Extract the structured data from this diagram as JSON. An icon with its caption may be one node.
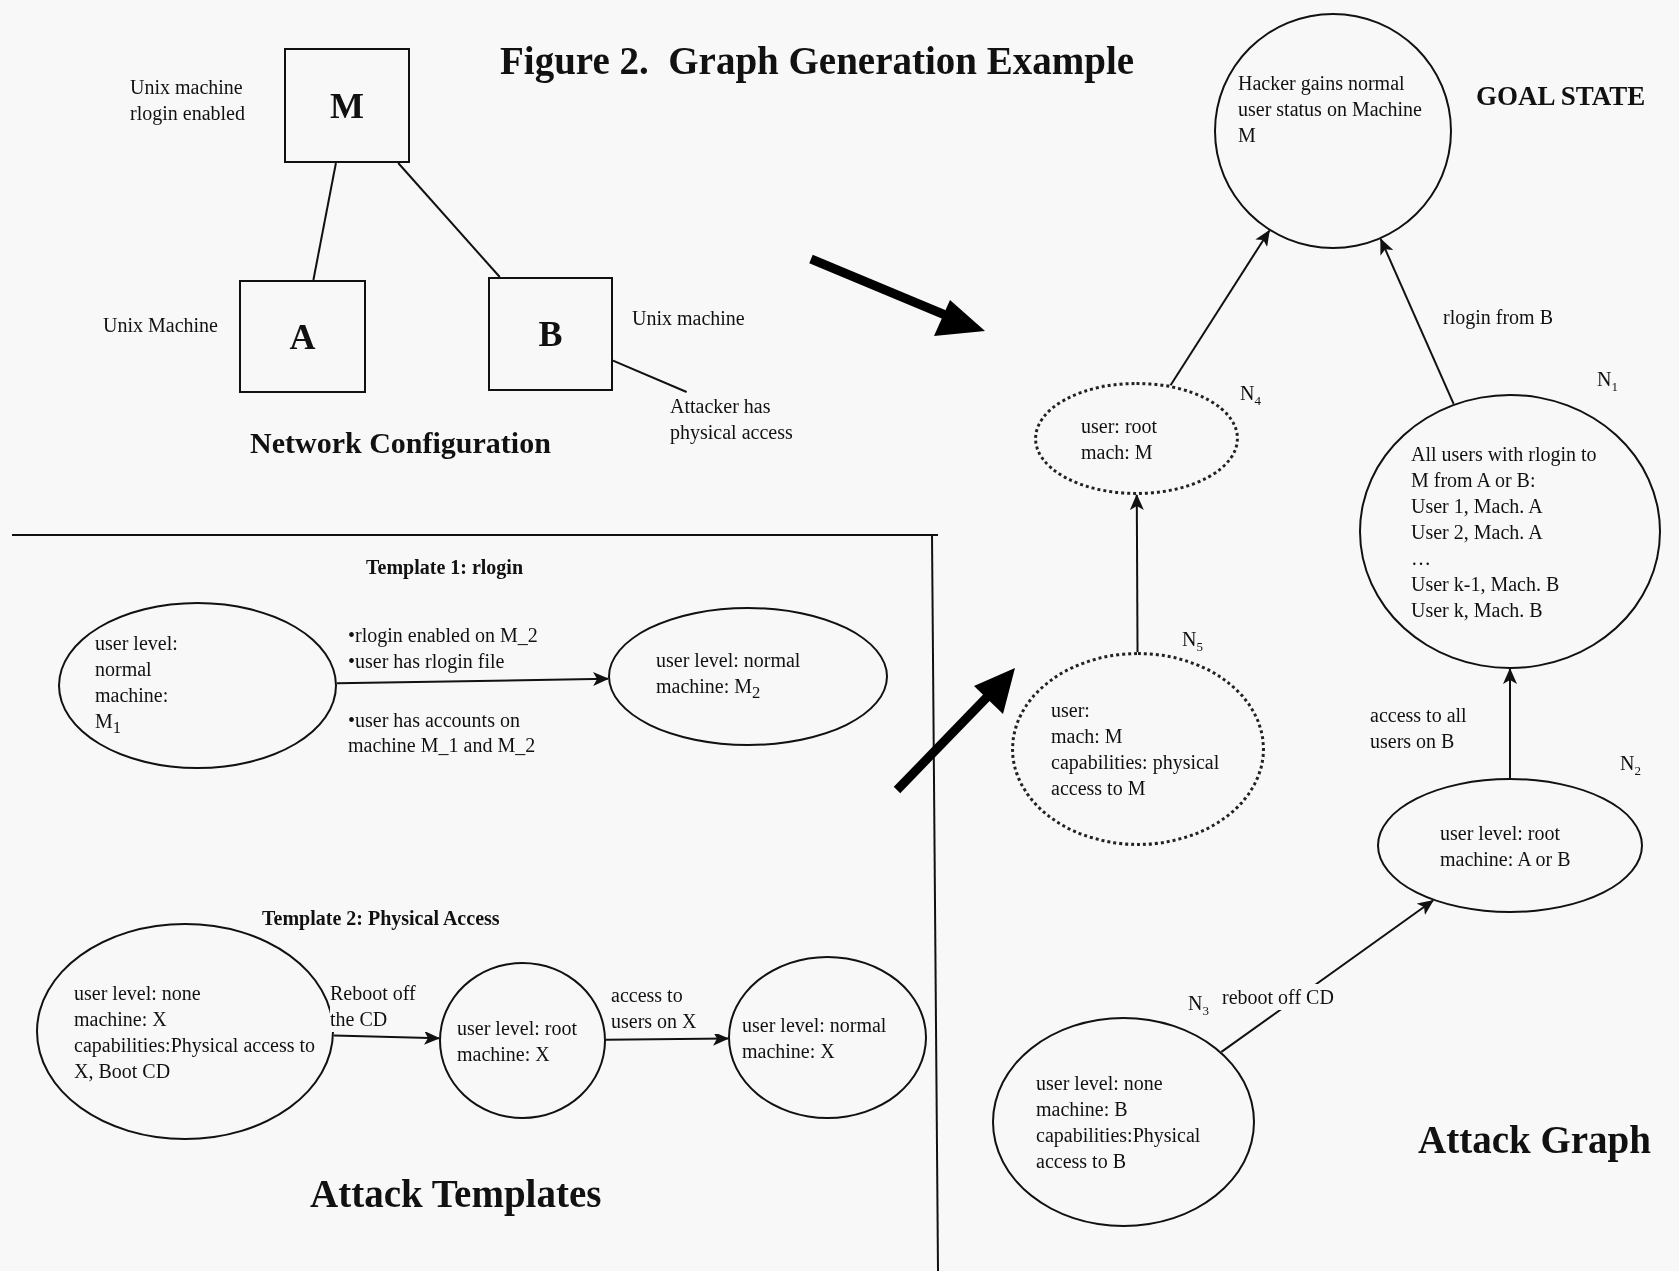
{
  "diagram": {
    "title": "Figure 2.  Graph Generation Example",
    "nodes": [
      {
        "text": [
          "M"
        ],
        "beside": [
          "Unix machine rlogin enabled"
        ]
      },
      {
        "text": [
          "A"
        ],
        "beside": [
          "Unix Machine"
        ]
      },
      {
        "text": [
          "B"
        ],
        "beside": [
          "Unix machine"
        ]
      },
      {
        "text": [
          "Attacker has physical access"
        ]
      },
      {
        "text": [
          "user level: normal machine: M$_{1}$"
        ]
      },
      {
        "text": [
          "user level: normal machine: M$_{2}$"
        ]
      },
      {
        "text": [
          "user level: none",
          "machine: X",
          "capabilities:Physical access to X, Boot CD"
        ]
      },
      {
        "text": [
          "user level: root",
          "machine: X"
        ]
      },
      {
        "text": [
          "user level: normal",
          "machine: X"
        ]
      },
      {
        "text": [
          "Hacker gains normal user status on Machine M"
        ]
      },
      {
        "text": [
          "user: root",
          "mach: M"
        ],
        "beside": [
          "N$_{4}$"
        ]
      },
      {
        "text": [
          "All users with rlogin to M from A or B:",
          "User 1, Mach. A",
          "User 2, Mach. A",
          "…",
          "User k-1, Mach. B",
          "User k, Mach. B"
        ],
        "beside": [
          "N$_{1}$"
        ]
      },
      {
        "text": [
          "user:",
          "mach: M",
          "capabilities: physical access to M"
        ],
        "beside": [
          "N$_{5}$"
        ]
      },
      {
        "text": [
          "user level: root",
          "machine: A or B"
        ],
        "beside": [
          "N$_{2}$"
        ]
      },
      {
        "text": [
          "user level: none",
          "machine: B",
          "capabilities:Physical access to B"
        ],
        "beside": [
          "N$_{3}$"
        ]
      }
    ],
    "edges": [
      {
        "from": 0,
        "to": 1,
        "arrow": "none"
      },
      {
        "from": 0,
        "to": 2,
        "arrow": "none"
      },
      {
        "from": 2,
        "to": 3,
        "arrow": "none"
      },
      {
        "from": 4,
        "to": 5,
        "arrow": "to",
        "label": "•rlogin enabled on M_2 •user has rlogin file"
      },
      {
        "from": 6,
        "to": 7,
        "arrow": "to",
        "label": "Reboot off the CD"
      },
      {
        "from": 7,
        "to": 8,
        "arrow": "to",
        "label": "access to users on X"
      },
      {
        "from": 10,
        "to": 9,
        "arrow": "to"
      },
      {
        "from": 11,
        "to": 9,
        "arrow": "to",
        "label": "rlogin from B"
      },
      {
        "from": 12,
        "to": 10,
        "arrow": "to"
      },
      {
        "from": 13,
        "to": 11,
        "arrow": "to",
        "label": "access to all users on B"
      },
      {
        "from": 14,
        "to": 13,
        "arrow": "to",
        "label": "reboot off CD"
      }
    ],
    "labels": [
      "GOAL STATE",
      "Network Configuration",
      "Template 1: rlogin",
      "•user has accounts on machine M_1 and M_2",
      "Template 2: Physical Access",
      "Attack Templates",
      "Attack Graph"
    ]
  }
}
